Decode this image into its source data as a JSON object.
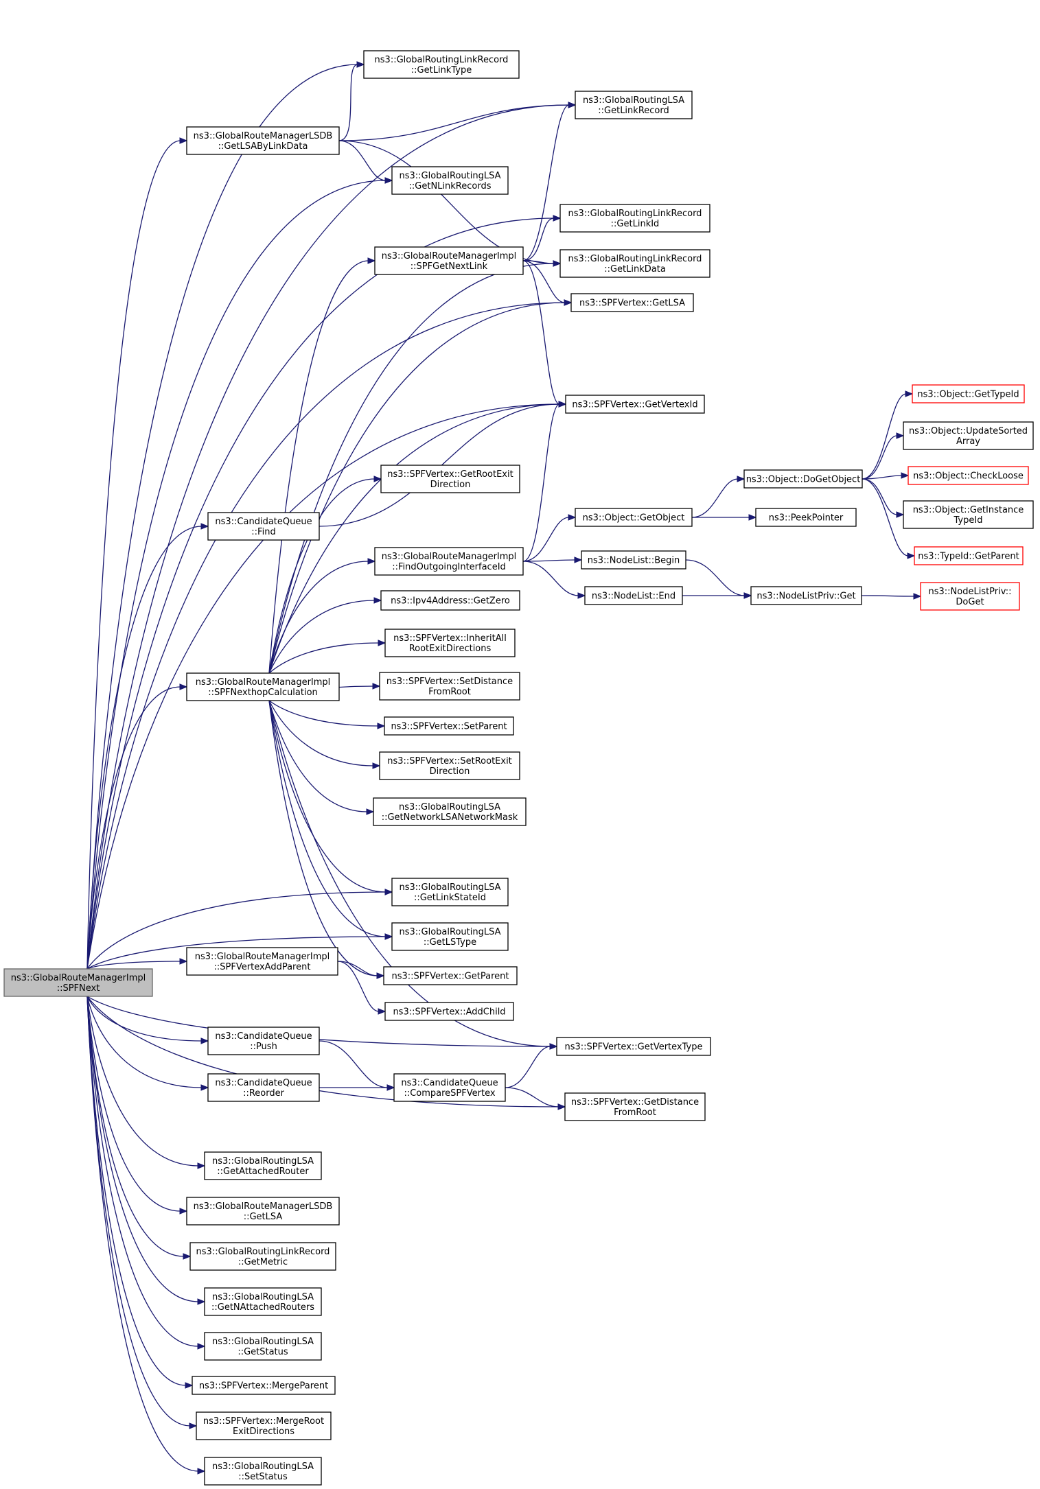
{
  "nodes": [
    {
      "id": "root",
      "lines": [
        "ns3::GlobalRouteManagerImpl",
        "::SPFNext"
      ],
      "style": "root"
    },
    {
      "id": "getLinkType",
      "lines": [
        "ns3::GlobalRoutingLinkRecord",
        "::GetLinkType"
      ]
    },
    {
      "id": "getLinkRecord",
      "lines": [
        "ns3::GlobalRoutingLSA",
        "::GetLinkRecord"
      ]
    },
    {
      "id": "getLSAByLinkData",
      "lines": [
        "ns3::GlobalRouteManagerLSDB",
        "::GetLSAByLinkData"
      ]
    },
    {
      "id": "getNLinkRecords",
      "lines": [
        "ns3::GlobalRoutingLSA",
        "::GetNLinkRecords"
      ]
    },
    {
      "id": "getLinkId",
      "lines": [
        "ns3::GlobalRoutingLinkRecord",
        "::GetLinkId"
      ]
    },
    {
      "id": "spfGetNextLink",
      "lines": [
        "ns3::GlobalRouteManagerImpl",
        "::SPFGetNextLink"
      ]
    },
    {
      "id": "getLinkData",
      "lines": [
        "ns3::GlobalRoutingLinkRecord",
        "::GetLinkData"
      ]
    },
    {
      "id": "vGetLSA",
      "lines": [
        "ns3::SPFVertex::GetLSA"
      ]
    },
    {
      "id": "getVertexId",
      "lines": [
        "ns3::SPFVertex::GetVertexId"
      ]
    },
    {
      "id": "getRootExitDir",
      "lines": [
        "ns3::SPFVertex::GetRootExit",
        "Direction"
      ]
    },
    {
      "id": "cqFind",
      "lines": [
        "ns3::CandidateQueue",
        "::Find"
      ]
    },
    {
      "id": "findOutIf",
      "lines": [
        "ns3::GlobalRouteManagerImpl",
        "::FindOutgoingInterfaceId"
      ]
    },
    {
      "id": "getZero",
      "lines": [
        "ns3::Ipv4Address::GetZero"
      ]
    },
    {
      "id": "inheritAll",
      "lines": [
        "ns3::SPFVertex::InheritAll",
        "RootExitDirections"
      ]
    },
    {
      "id": "nexthopCalc",
      "lines": [
        "ns3::GlobalRouteManagerImpl",
        "::SPFNexthopCalculation"
      ]
    },
    {
      "id": "setDistance",
      "lines": [
        "ns3::SPFVertex::SetDistance",
        "FromRoot"
      ]
    },
    {
      "id": "setParent",
      "lines": [
        "ns3::SPFVertex::SetParent"
      ]
    },
    {
      "id": "setRootExit",
      "lines": [
        "ns3::SPFVertex::SetRootExit",
        "Direction"
      ]
    },
    {
      "id": "netMask",
      "lines": [
        "ns3::GlobalRoutingLSA",
        "::GetNetworkLSANetworkMask"
      ]
    },
    {
      "id": "getLinkStateId",
      "lines": [
        "ns3::GlobalRoutingLSA",
        "::GetLinkStateId"
      ]
    },
    {
      "id": "getLSType",
      "lines": [
        "ns3::GlobalRoutingLSA",
        "::GetLSType"
      ]
    },
    {
      "id": "vertexAddParent",
      "lines": [
        "ns3::GlobalRouteManagerImpl",
        "::SPFVertexAddParent"
      ]
    },
    {
      "id": "getParent",
      "lines": [
        "ns3::SPFVertex::GetParent"
      ]
    },
    {
      "id": "addChild",
      "lines": [
        "ns3::SPFVertex::AddChild"
      ]
    },
    {
      "id": "cqPush",
      "lines": [
        "ns3::CandidateQueue",
        "::Push"
      ]
    },
    {
      "id": "getVertexType",
      "lines": [
        "ns3::SPFVertex::GetVertexType"
      ]
    },
    {
      "id": "cqReorder",
      "lines": [
        "ns3::CandidateQueue",
        "::Reorder"
      ]
    },
    {
      "id": "compareVertex",
      "lines": [
        "ns3::CandidateQueue",
        "::CompareSPFVertex"
      ]
    },
    {
      "id": "getDistance",
      "lines": [
        "ns3::SPFVertex::GetDistance",
        "FromRoot"
      ]
    },
    {
      "id": "getAttachedRouter",
      "lines": [
        "ns3::GlobalRoutingLSA",
        "::GetAttachedRouter"
      ]
    },
    {
      "id": "lsdbGetLSA",
      "lines": [
        "ns3::GlobalRouteManagerLSDB",
        "::GetLSA"
      ]
    },
    {
      "id": "getMetric",
      "lines": [
        "ns3::GlobalRoutingLinkRecord",
        "::GetMetric"
      ]
    },
    {
      "id": "getNAttached",
      "lines": [
        "ns3::GlobalRoutingLSA",
        "::GetNAttachedRouters"
      ]
    },
    {
      "id": "getStatus",
      "lines": [
        "ns3::GlobalRoutingLSA",
        "::GetStatus"
      ]
    },
    {
      "id": "mergeParent",
      "lines": [
        "ns3::SPFVertex::MergeParent"
      ]
    },
    {
      "id": "mergeRoot",
      "lines": [
        "ns3::SPFVertex::MergeRoot",
        "ExitDirections"
      ]
    },
    {
      "id": "setStatus",
      "lines": [
        "ns3::GlobalRoutingLSA",
        "::SetStatus"
      ]
    },
    {
      "id": "objGetObject",
      "lines": [
        "ns3::Object::GetObject"
      ]
    },
    {
      "id": "peekPointer",
      "lines": [
        "ns3::PeekPointer"
      ]
    },
    {
      "id": "nlBegin",
      "lines": [
        "ns3::NodeList::Begin"
      ]
    },
    {
      "id": "nlEnd",
      "lines": [
        "ns3::NodeList::End"
      ]
    },
    {
      "id": "nlPrivGet",
      "lines": [
        "ns3::NodeListPriv::Get"
      ]
    },
    {
      "id": "nlPrivDoGet",
      "lines": [
        "ns3::NodeListPriv::",
        "DoGet"
      ],
      "style": "red"
    },
    {
      "id": "doGetObject",
      "lines": [
        "ns3::Object::DoGetObject"
      ]
    },
    {
      "id": "getTypeId",
      "lines": [
        "ns3::Object::GetTypeId"
      ],
      "style": "red"
    },
    {
      "id": "updateSorted",
      "lines": [
        "ns3::Object::UpdateSorted",
        "Array"
      ]
    },
    {
      "id": "checkLoose",
      "lines": [
        "ns3::Object::CheckLoose"
      ],
      "style": "red"
    },
    {
      "id": "getInstanceTypeId",
      "lines": [
        "ns3::Object::GetInstance",
        "TypeId"
      ]
    },
    {
      "id": "typeIdGetParent",
      "lines": [
        "ns3::TypeId::GetParent"
      ],
      "style": "red"
    }
  ],
  "edges": [
    [
      "root",
      "getLinkRecord"
    ],
    [
      "root",
      "getLinkType"
    ],
    [
      "root",
      "getLSAByLinkData"
    ],
    [
      "getLSAByLinkData",
      "getLinkType"
    ],
    [
      "getLSAByLinkData",
      "getLinkRecord"
    ],
    [
      "getLSAByLinkData",
      "getNLinkRecords"
    ],
    [
      "getLSAByLinkData",
      "getLinkData"
    ],
    [
      "root",
      "getNLinkRecords"
    ],
    [
      "root",
      "getLinkId"
    ],
    [
      "root",
      "vGetLSA"
    ],
    [
      "root",
      "getVertexId"
    ],
    [
      "root",
      "cqFind"
    ],
    [
      "cqFind",
      "getVertexId"
    ],
    [
      "root",
      "nexthopCalc"
    ],
    [
      "spfGetNextLink",
      "getLinkRecord"
    ],
    [
      "spfGetNextLink",
      "getLinkId"
    ],
    [
      "spfGetNextLink",
      "getLinkData"
    ],
    [
      "spfGetNextLink",
      "vGetLSA"
    ],
    [
      "spfGetNextLink",
      "getVertexId"
    ],
    [
      "nexthopCalc",
      "spfGetNextLink"
    ],
    [
      "nexthopCalc",
      "getLinkData"
    ],
    [
      "nexthopCalc",
      "vGetLSA"
    ],
    [
      "nexthopCalc",
      "getVertexId"
    ],
    [
      "nexthopCalc",
      "getRootExitDir"
    ],
    [
      "nexthopCalc",
      "findOutIf"
    ],
    [
      "nexthopCalc",
      "getZero"
    ],
    [
      "nexthopCalc",
      "inheritAll"
    ],
    [
      "nexthopCalc",
      "setDistance"
    ],
    [
      "nexthopCalc",
      "setParent"
    ],
    [
      "nexthopCalc",
      "setRootExit"
    ],
    [
      "nexthopCalc",
      "netMask"
    ],
    [
      "nexthopCalc",
      "getLinkStateId"
    ],
    [
      "nexthopCalc",
      "getLSType"
    ],
    [
      "nexthopCalc",
      "getParent"
    ],
    [
      "nexthopCalc",
      "getVertexType"
    ],
    [
      "findOutIf",
      "getVertexId"
    ],
    [
      "findOutIf",
      "objGetObject"
    ],
    [
      "findOutIf",
      "nlBegin"
    ],
    [
      "findOutIf",
      "nlEnd"
    ],
    [
      "objGetObject",
      "doGetObject"
    ],
    [
      "objGetObject",
      "peekPointer"
    ],
    [
      "nlBegin",
      "nlPrivGet"
    ],
    [
      "nlEnd",
      "nlPrivGet"
    ],
    [
      "nlPrivGet",
      "nlPrivDoGet"
    ],
    [
      "doGetObject",
      "getTypeId"
    ],
    [
      "doGetObject",
      "updateSorted"
    ],
    [
      "doGetObject",
      "checkLoose"
    ],
    [
      "doGetObject",
      "getInstanceTypeId"
    ],
    [
      "doGetObject",
      "typeIdGetParent"
    ],
    [
      "root",
      "getLinkStateId"
    ],
    [
      "root",
      "getLSType"
    ],
    [
      "root",
      "vertexAddParent"
    ],
    [
      "vertexAddParent",
      "getParent"
    ],
    [
      "vertexAddParent",
      "addChild"
    ],
    [
      "root",
      "getVertexType"
    ],
    [
      "root",
      "cqPush"
    ],
    [
      "root",
      "cqReorder"
    ],
    [
      "cqPush",
      "compareVertex"
    ],
    [
      "cqReorder",
      "compareVertex"
    ],
    [
      "compareVertex",
      "getVertexType"
    ],
    [
      "compareVertex",
      "getDistance"
    ],
    [
      "root",
      "getDistance"
    ],
    [
      "root",
      "getAttachedRouter"
    ],
    [
      "root",
      "lsdbGetLSA"
    ],
    [
      "root",
      "getMetric"
    ],
    [
      "root",
      "getNAttached"
    ],
    [
      "root",
      "getStatus"
    ],
    [
      "root",
      "mergeParent"
    ],
    [
      "root",
      "mergeRoot"
    ],
    [
      "root",
      "setStatus"
    ]
  ]
}
